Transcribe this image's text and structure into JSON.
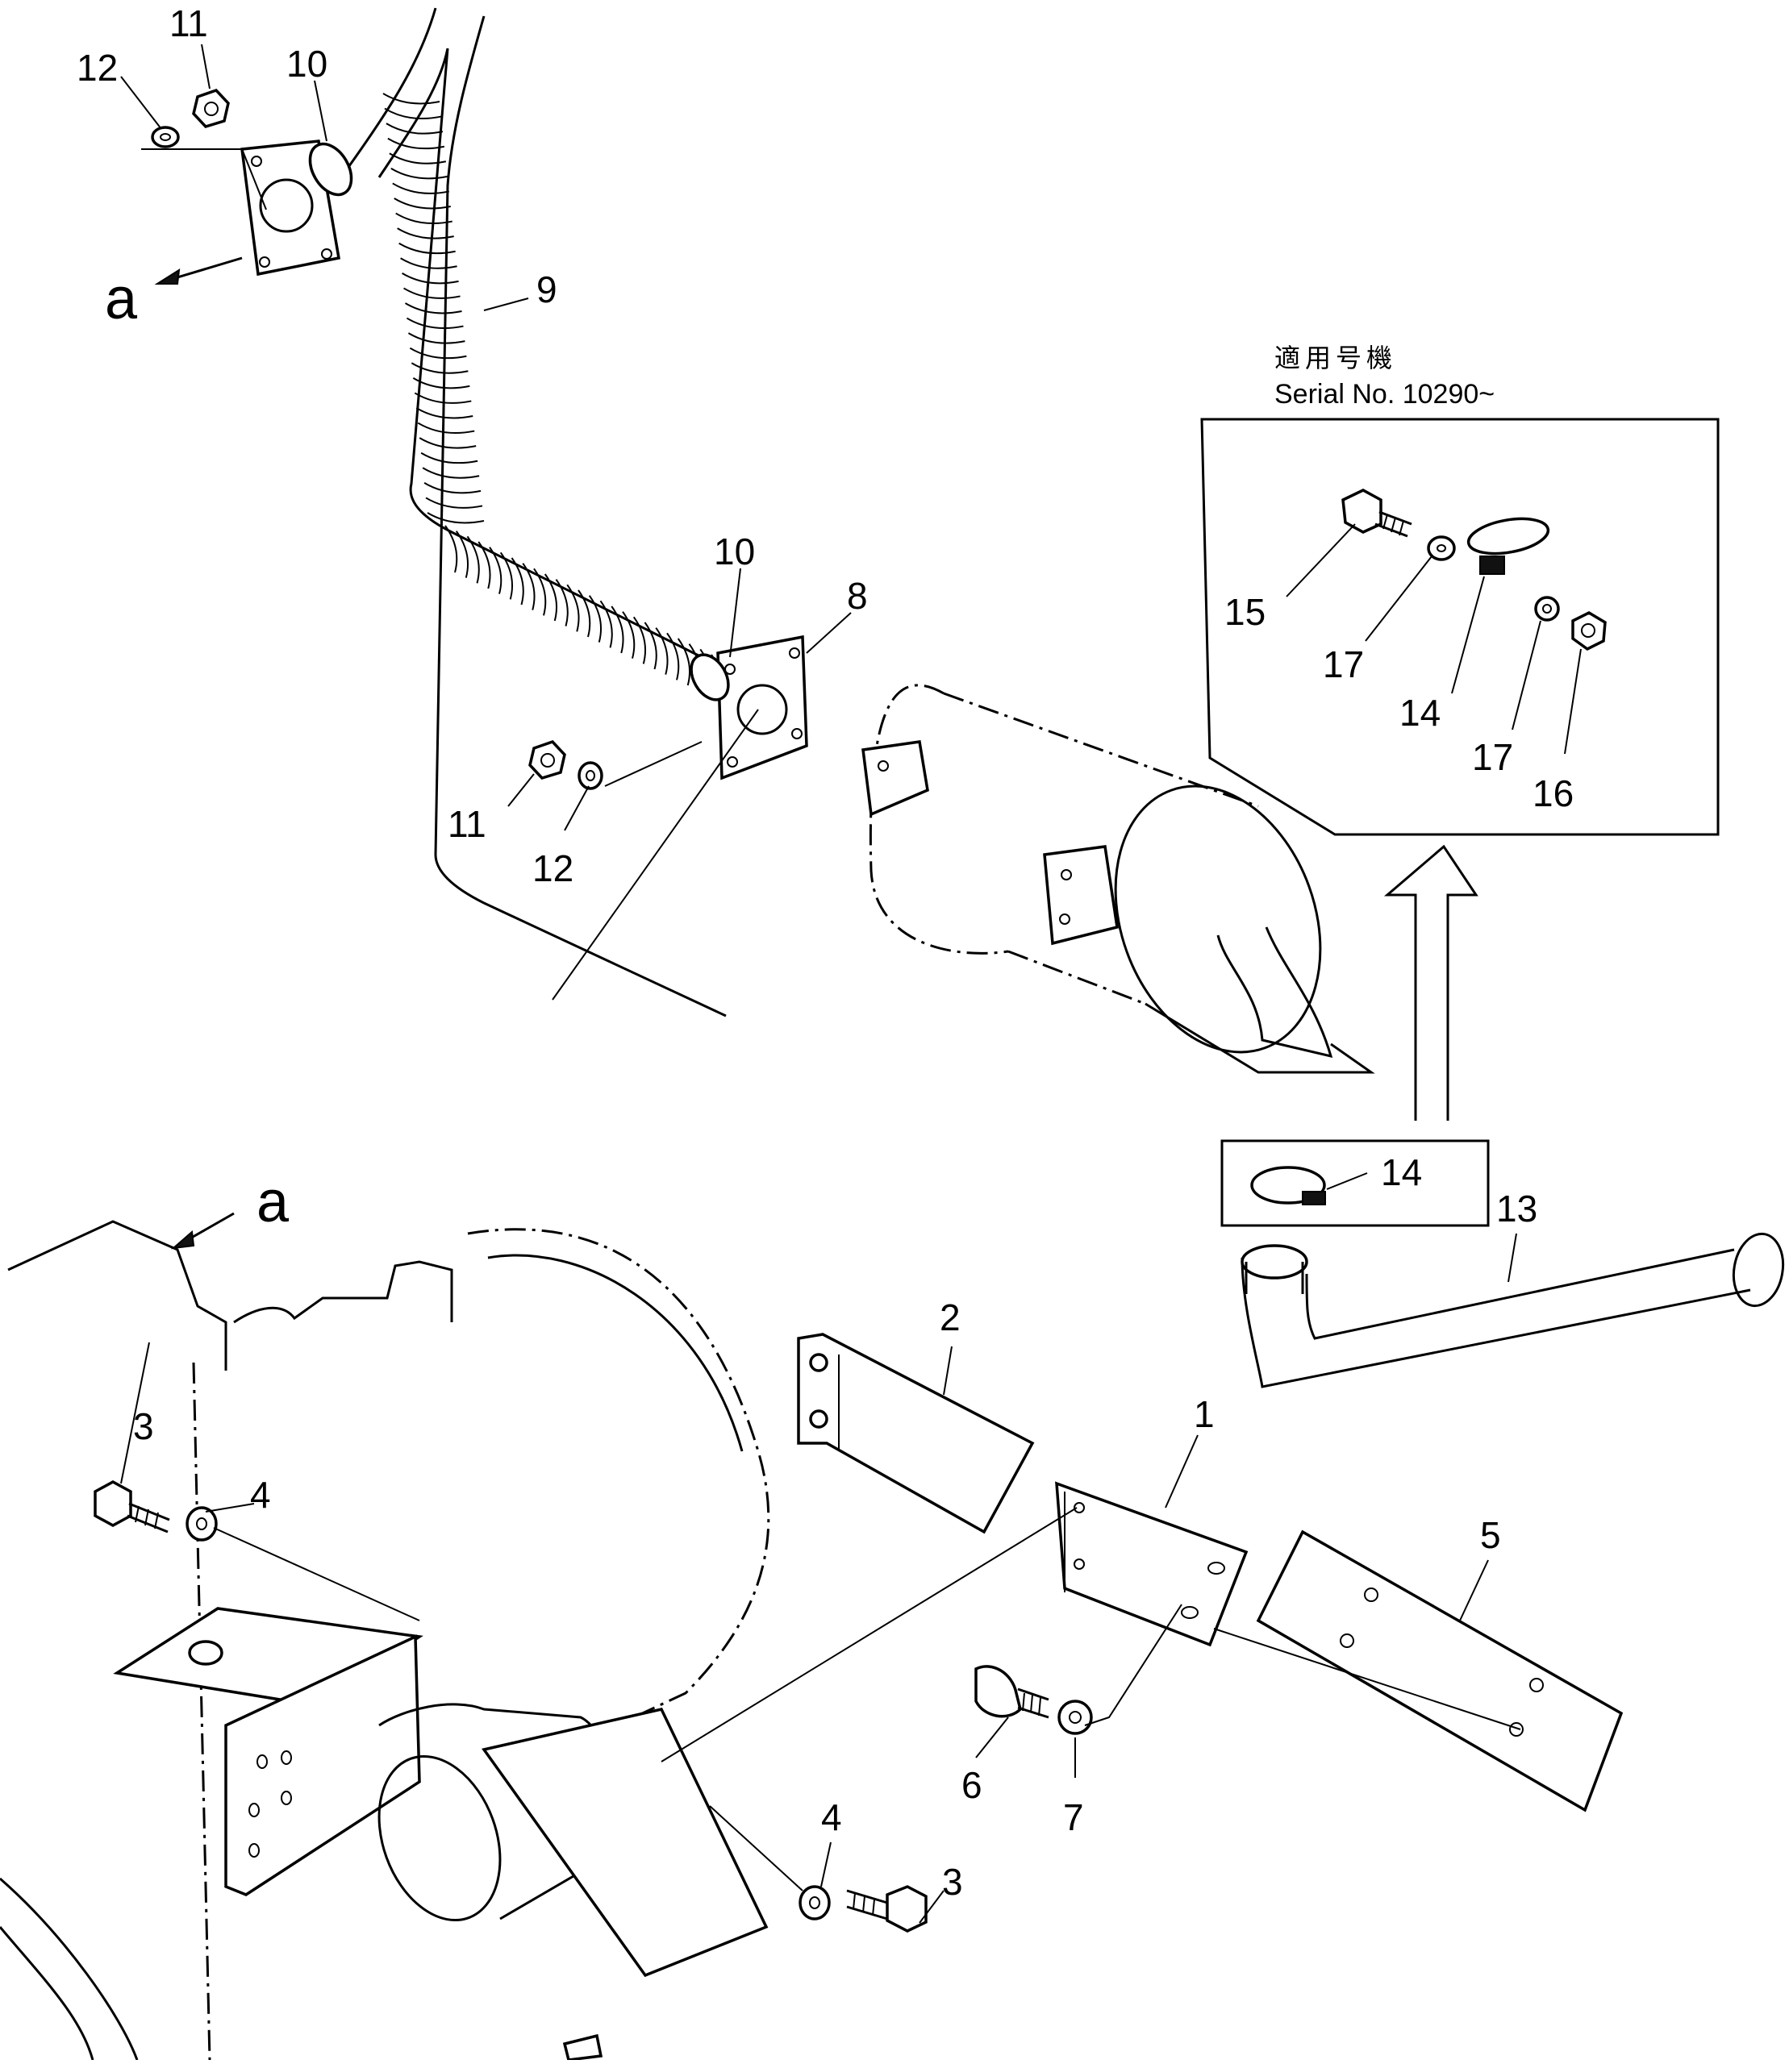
{
  "figure": {
    "serial_note": {
      "model_label_ja": "適用号機",
      "serial_label": "Serial No. 10290~"
    },
    "view_refs": [
      "a",
      "a"
    ],
    "callouts": {
      "c1": "1",
      "c2": "2",
      "c3a": "3",
      "c3b": "3",
      "c4a": "4",
      "c4b": "4",
      "c5": "5",
      "c6": "6",
      "c7": "7",
      "c8": "8",
      "c9": "9",
      "c10a": "10",
      "c10b": "10",
      "c11a": "11",
      "c11b": "11",
      "c12a": "12",
      "c12b": "12",
      "c13": "13",
      "c14a": "14",
      "c14b": "14",
      "c15": "15",
      "c16": "16",
      "c17a": "17",
      "c17b": "17"
    }
  }
}
